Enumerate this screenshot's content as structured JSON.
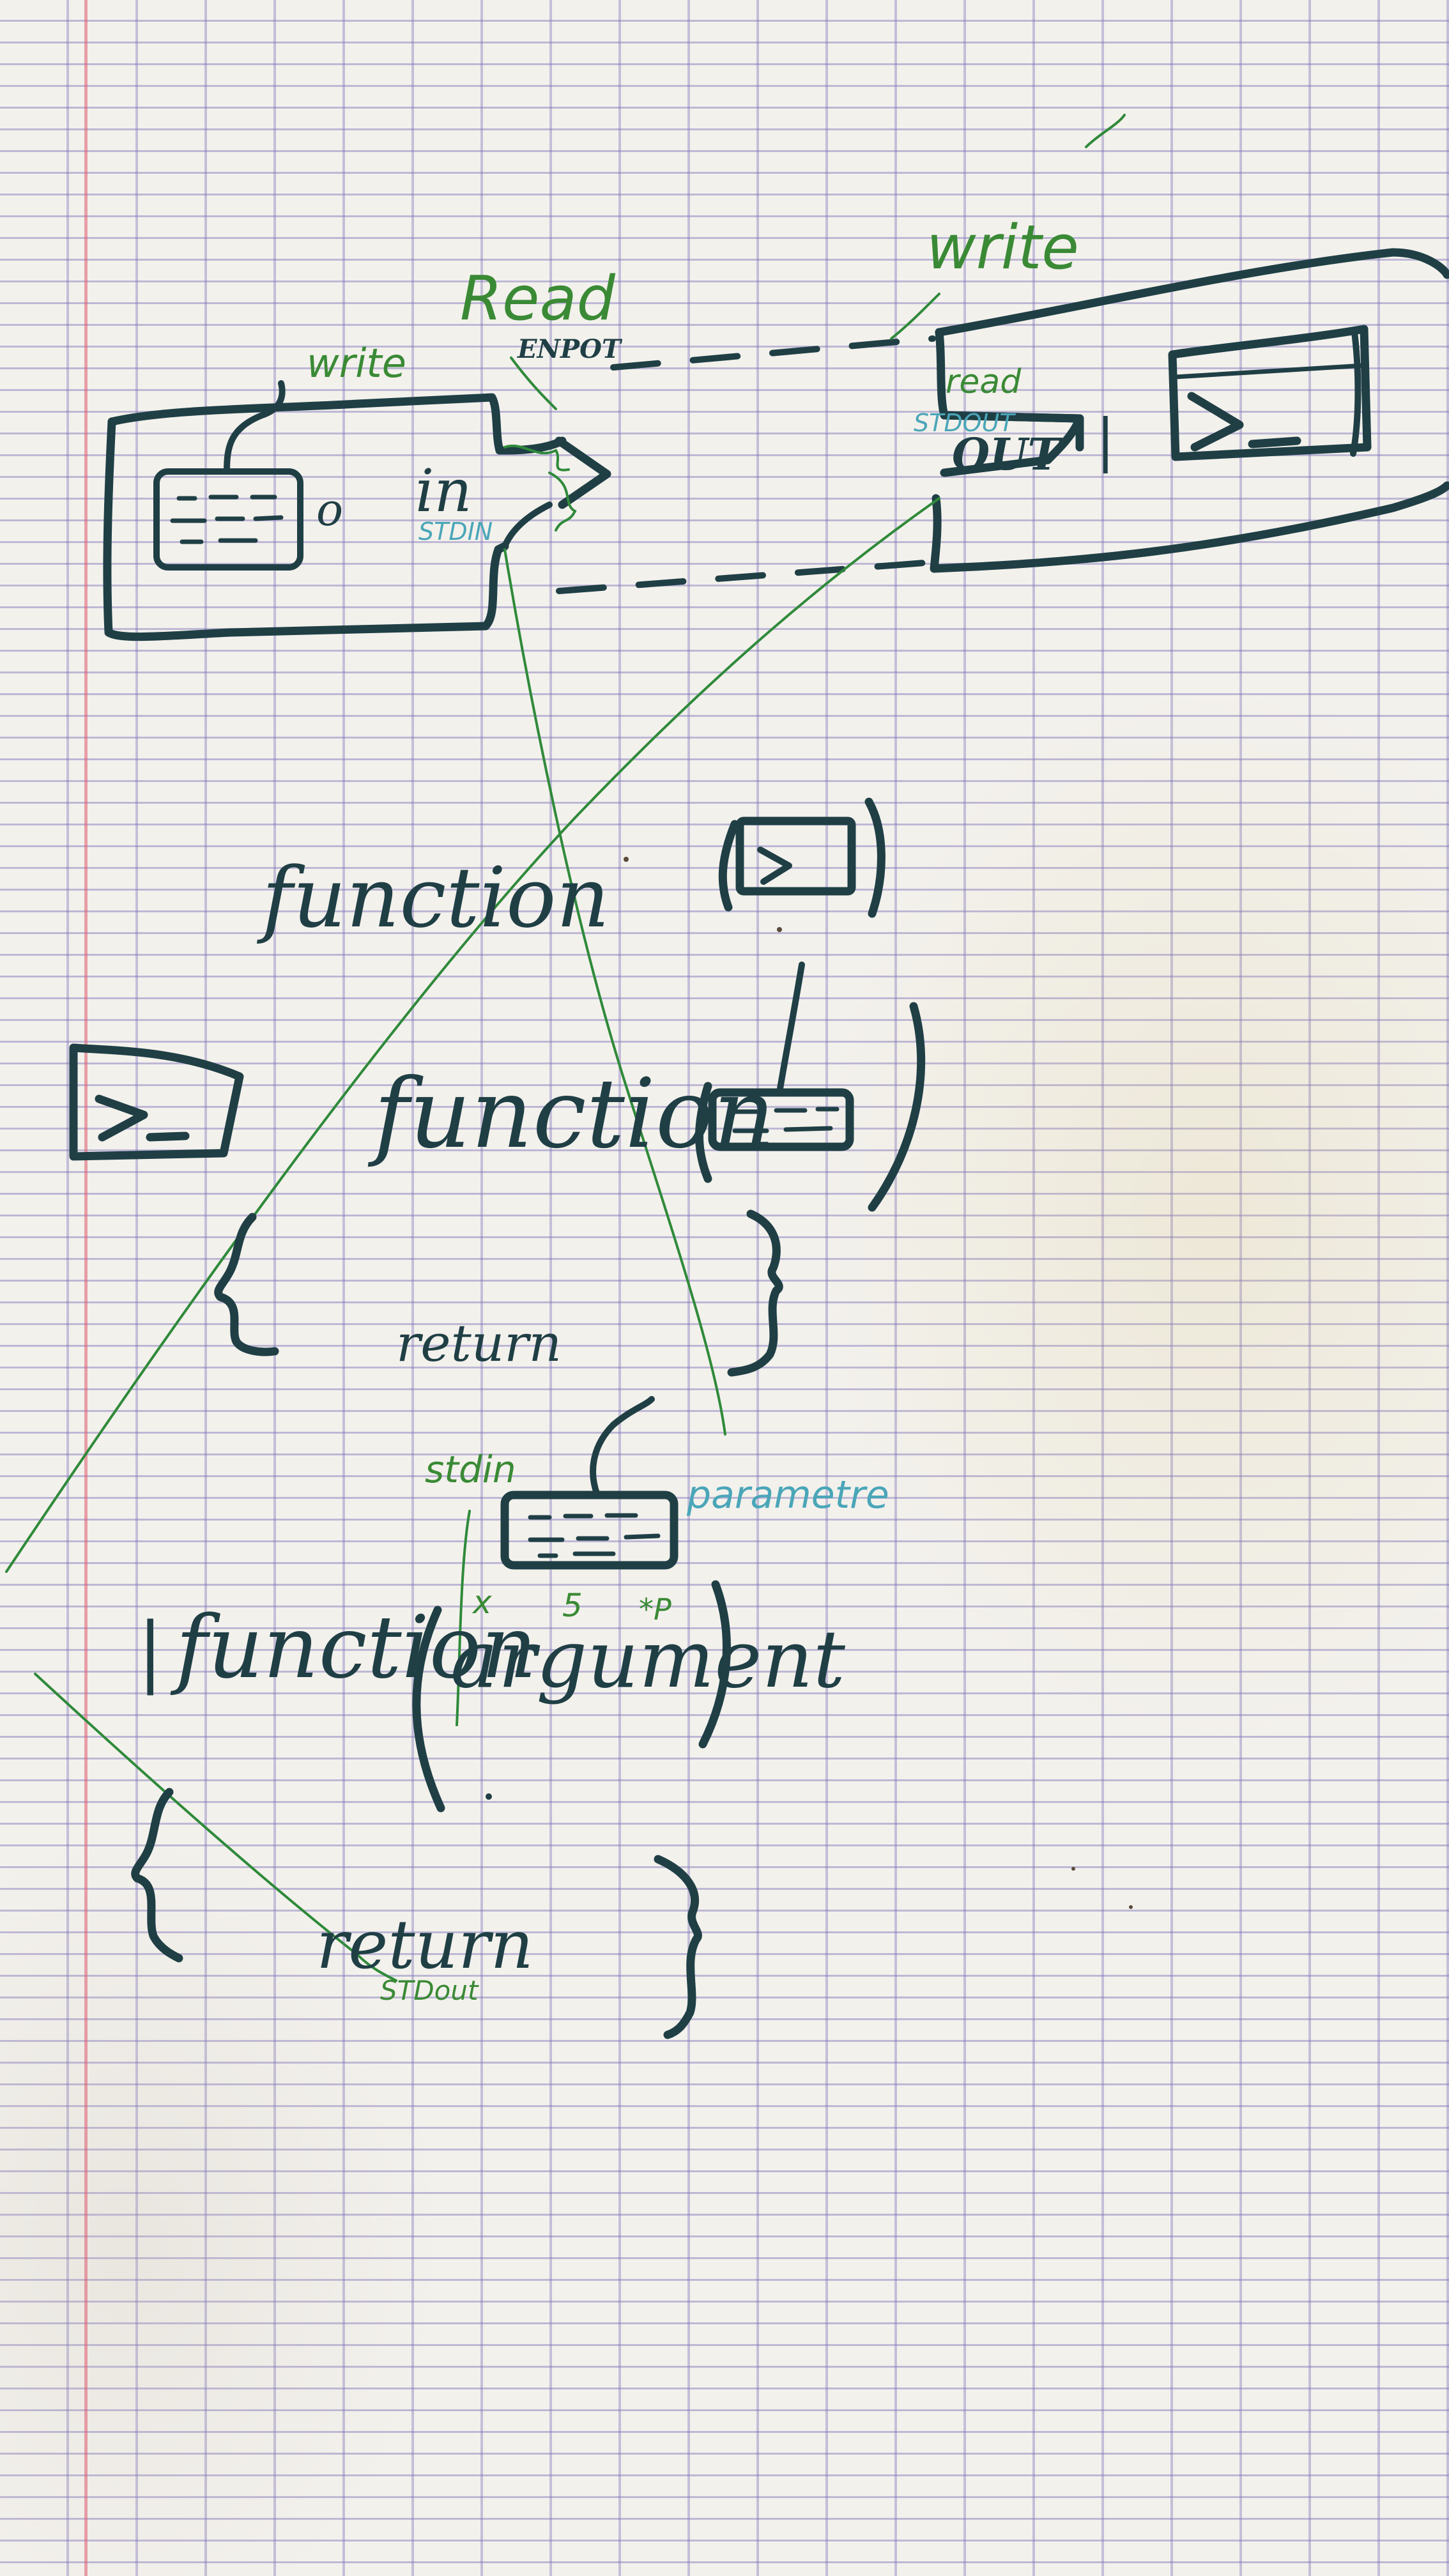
{
  "labels": {
    "write_left": "write",
    "read_top": "Read",
    "read_subscript": "ENPOT",
    "write_right": "write",
    "in_label": "in",
    "in_sub": "STDIN",
    "read_right": "read",
    "stdout_right": "STDOUT",
    "out_label": "OUT",
    "pipe_char": "|",
    "function1": "function",
    "function2": "function",
    "return1": "return",
    "stdin_label": "stdin",
    "parameter_label": "parametre",
    "function3": "function",
    "argument": "argument",
    "return2": "return",
    "stdout_bottom": "STDout",
    "prompt_symbol": ">_",
    "circle_o": "o",
    "pipe_left": "|",
    "args_marks": [
      "x",
      "5",
      "*P"
    ]
  },
  "colors": {
    "ink": "#1f3f45",
    "green": "#2f8a3a",
    "teal": "#4aa6b8",
    "paper": "#f3f1ec",
    "grid": "#7d73b9",
    "margin": "#dc5a6e"
  }
}
